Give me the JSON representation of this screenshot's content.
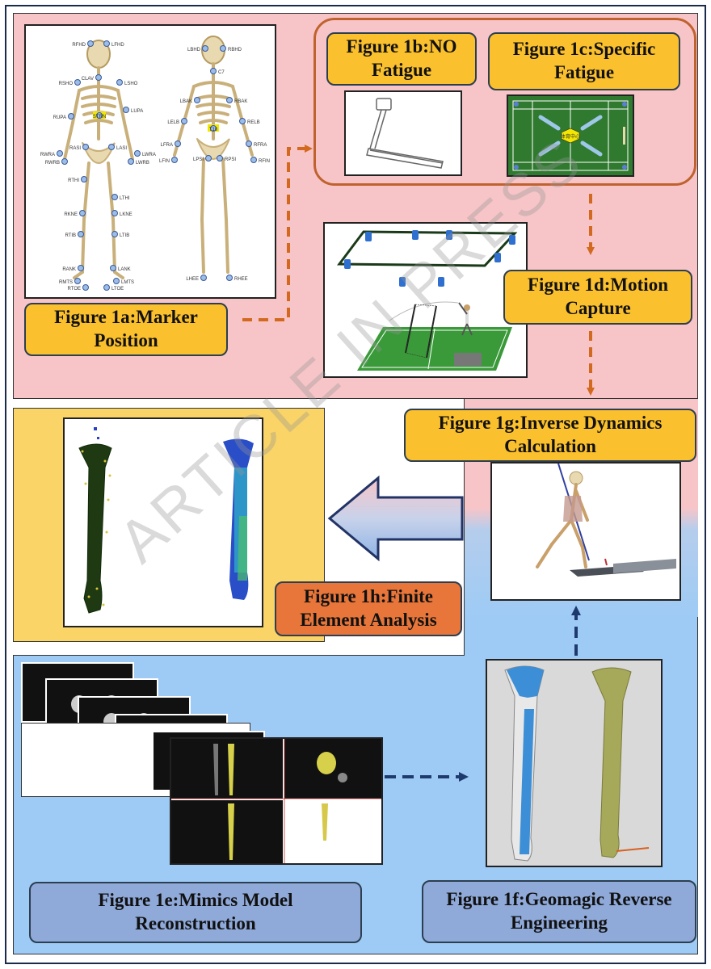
{
  "labels": {
    "fig1a": "Figure 1a:Marker Position",
    "fig1b": "Figure 1b:NO Fatigue",
    "fig1c": "Figure 1c:Specific Fatigue",
    "fig1d": "Figure 1d:Motion Capture",
    "fig1g": "Figure 1g:Inverse Dynamics Calculation",
    "fig1h": "Figure 1h:Finite Element Analysis",
    "fig1e": "Figure 1e:Mimics Model Reconstruction",
    "fig1f": "Figure 1f:Geomagic Reverse Engineering"
  },
  "watermark": "ARTICLE IN PRESS",
  "markers": {
    "front": [
      "RFHD",
      "LFHD",
      "CLAV",
      "RSHO",
      "LSHO",
      "RUPA",
      "LUPA",
      "STRN",
      "RASI",
      "LASI",
      "RWRA",
      "LWRA",
      "RWRB",
      "LWRB",
      "RTHI",
      "LTHI",
      "RKNE",
      "LKNE",
      "RTIB",
      "LTIB",
      "RANK",
      "LANK",
      "RMTS",
      "LMTS",
      "RTOE",
      "LTOE"
    ],
    "back": [
      "LBHD",
      "RBHD",
      "C7",
      "LBAK",
      "RBAK",
      "LELB",
      "RELB",
      "T10",
      "LFRA",
      "RFRA",
      "LFIN",
      "RFIN",
      "LPSI",
      "RPSI",
      "LHEE",
      "RHEE"
    ]
  },
  "court_sign": "体育中心",
  "colors": {
    "pink_panel": "#f7c5c8",
    "blue_panel": "#9ecbf5",
    "yellow_panel": "#fad467",
    "label_yellow": "#fbc02d",
    "label_orange": "#e8763a",
    "label_blue": "#8fa9d9",
    "arrow_orange": "#d2691e",
    "arrow_navy": "#1f3a6e"
  }
}
